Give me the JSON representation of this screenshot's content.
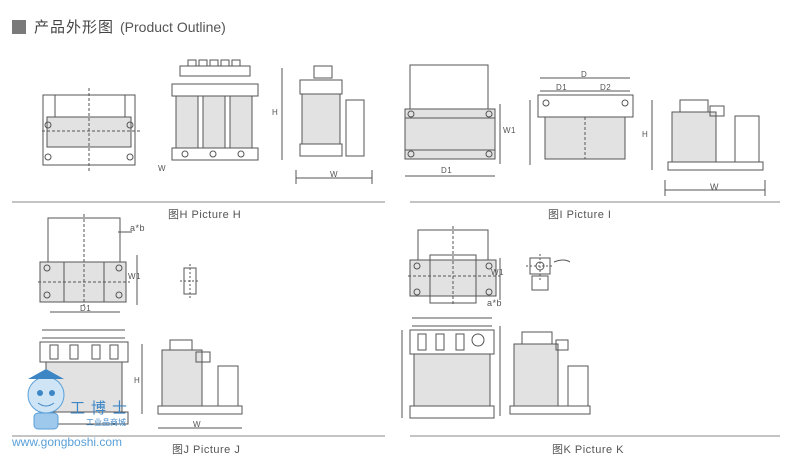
{
  "header": {
    "title_cn": "产品外形图",
    "title_en": "(Product Outline)"
  },
  "captions": {
    "h": "图H  Picture  H",
    "i": "图I  Picture  I",
    "j": "图J  Picture  J",
    "k": "图K  Picture  K"
  },
  "labels": {
    "w": "W",
    "w1": "W1",
    "h": "H",
    "d": "D",
    "d1": "D1",
    "d2": "D2",
    "axb": "a*b"
  },
  "watermark": {
    "url": "www.gongboshi.com",
    "name": "工博士",
    "tagline": "工业品商城"
  },
  "colors": {
    "line": "#555555",
    "fill": "#e2e2e2",
    "rule": "#888888",
    "watermark": "#3d86c6"
  }
}
